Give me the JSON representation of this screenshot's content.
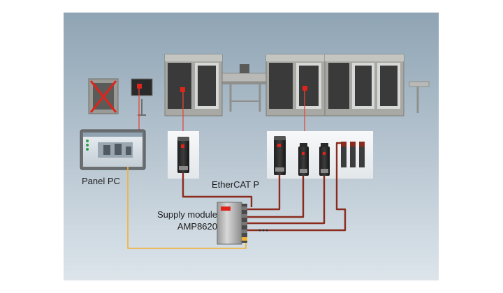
{
  "labels": {
    "panel_pc": "Panel PC",
    "ethercat": "EtherCAT P",
    "supply_module": "Supply module",
    "supply_model": "AMP8620"
  },
  "colors": {
    "background_top": "#8fa4b4",
    "background_bottom": "#dde5eb",
    "power_cable": "#8a2b1d",
    "signal_cable": "#f2b233",
    "pointer_line": "#e2483b",
    "machine_frame": "#a8a8a4",
    "machine_dark": "#3a3a3a",
    "highlight_marker": "#e0241b",
    "disabled_cross": "#e0241b"
  }
}
